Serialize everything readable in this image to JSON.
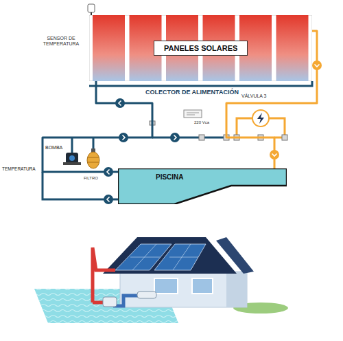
{
  "diagram": {
    "nodes": [
      {
        "text": [
          "PANELES SOLARES"
        ]
      },
      {
        "text": [
          "PISCINA"
        ]
      }
    ],
    "edges": [
      {
        "from": 0,
        "to": 1,
        "arrow": "none"
      },
      {
        "from": 1,
        "to": 0,
        "arrow": "none"
      }
    ],
    "labels": [
      "SENSOR DE TEMPERATURA",
      "COLECTOR DE ALIMENTACIÓN",
      "VÁLVULA 3",
      "220 Vca",
      "BOMBA",
      "TEMPERATURA",
      "FILTRO"
    ]
  }
}
